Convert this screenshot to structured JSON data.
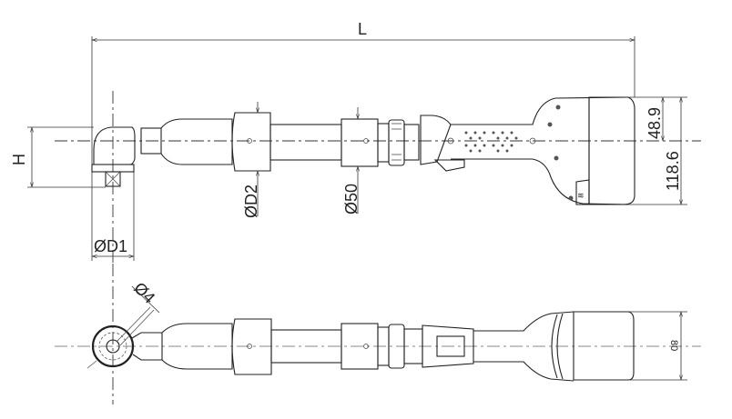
{
  "drawing": {
    "title": "Angle nutrunner dimensional drawing",
    "dimensions": {
      "length": "L",
      "height": "H",
      "head_diameter": "ØD1",
      "sleeve_diameter": "ØD2",
      "tube_diameter": "Ø50",
      "upper_height": "48.9",
      "total_height": "118.6",
      "hole_diameter": "Ø4",
      "battery_width": "80"
    }
  }
}
